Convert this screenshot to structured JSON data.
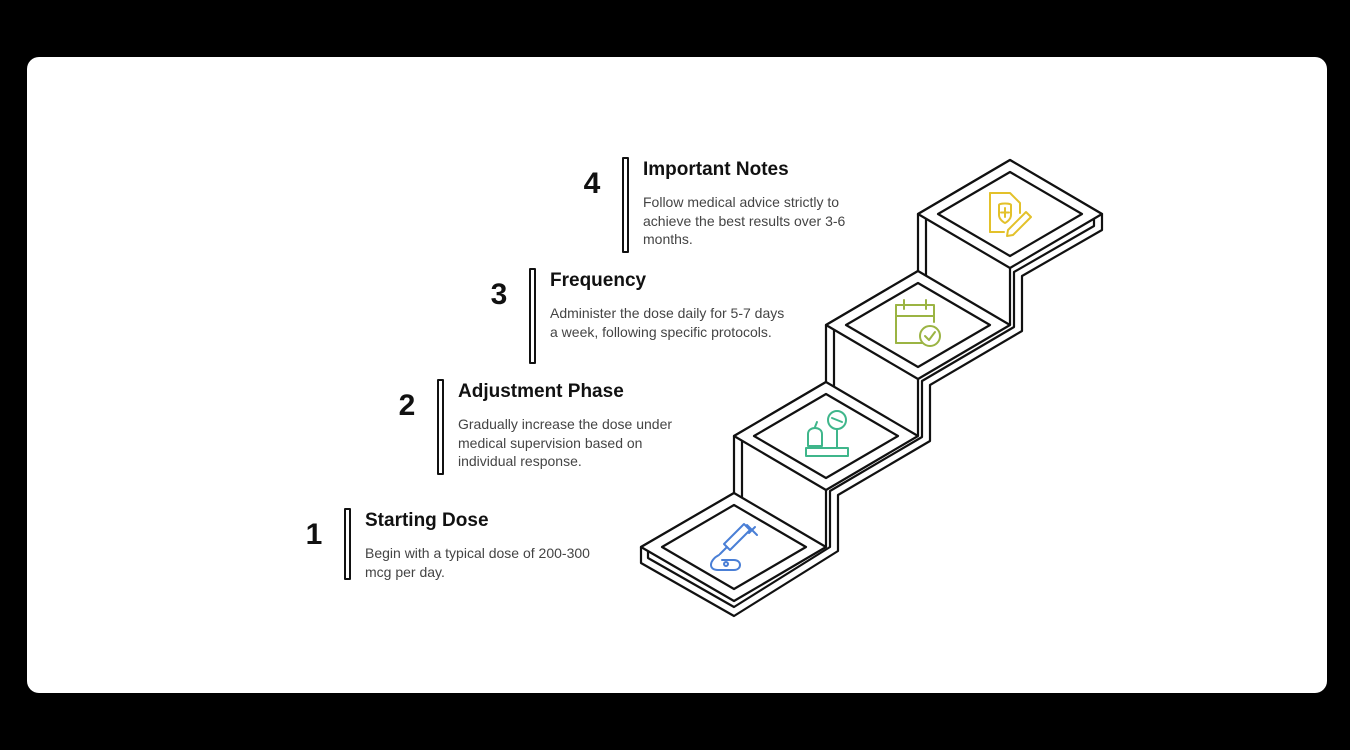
{
  "steps": [
    {
      "number": "1",
      "title": "Starting Dose",
      "description": "Begin with a typical dose of 200-300 mcg per day.",
      "icon": "syringe-icon",
      "color": "#4a7fd6"
    },
    {
      "number": "2",
      "title": "Adjustment Phase",
      "description": "Gradually increase the dose under medical supervision based on individual response.",
      "icon": "weight-scale-icon",
      "color": "#3fb68b"
    },
    {
      "number": "3",
      "title": "Frequency",
      "description": "Administer the dose daily for 5-7 days a week, following specific protocols.",
      "icon": "calendar-check-icon",
      "color": "#9bb443"
    },
    {
      "number": "4",
      "title": "Important Notes",
      "description": "Follow medical advice strictly to achieve the best results over 3-6 months.",
      "icon": "medical-document-icon",
      "color": "#e3c12a"
    }
  ]
}
